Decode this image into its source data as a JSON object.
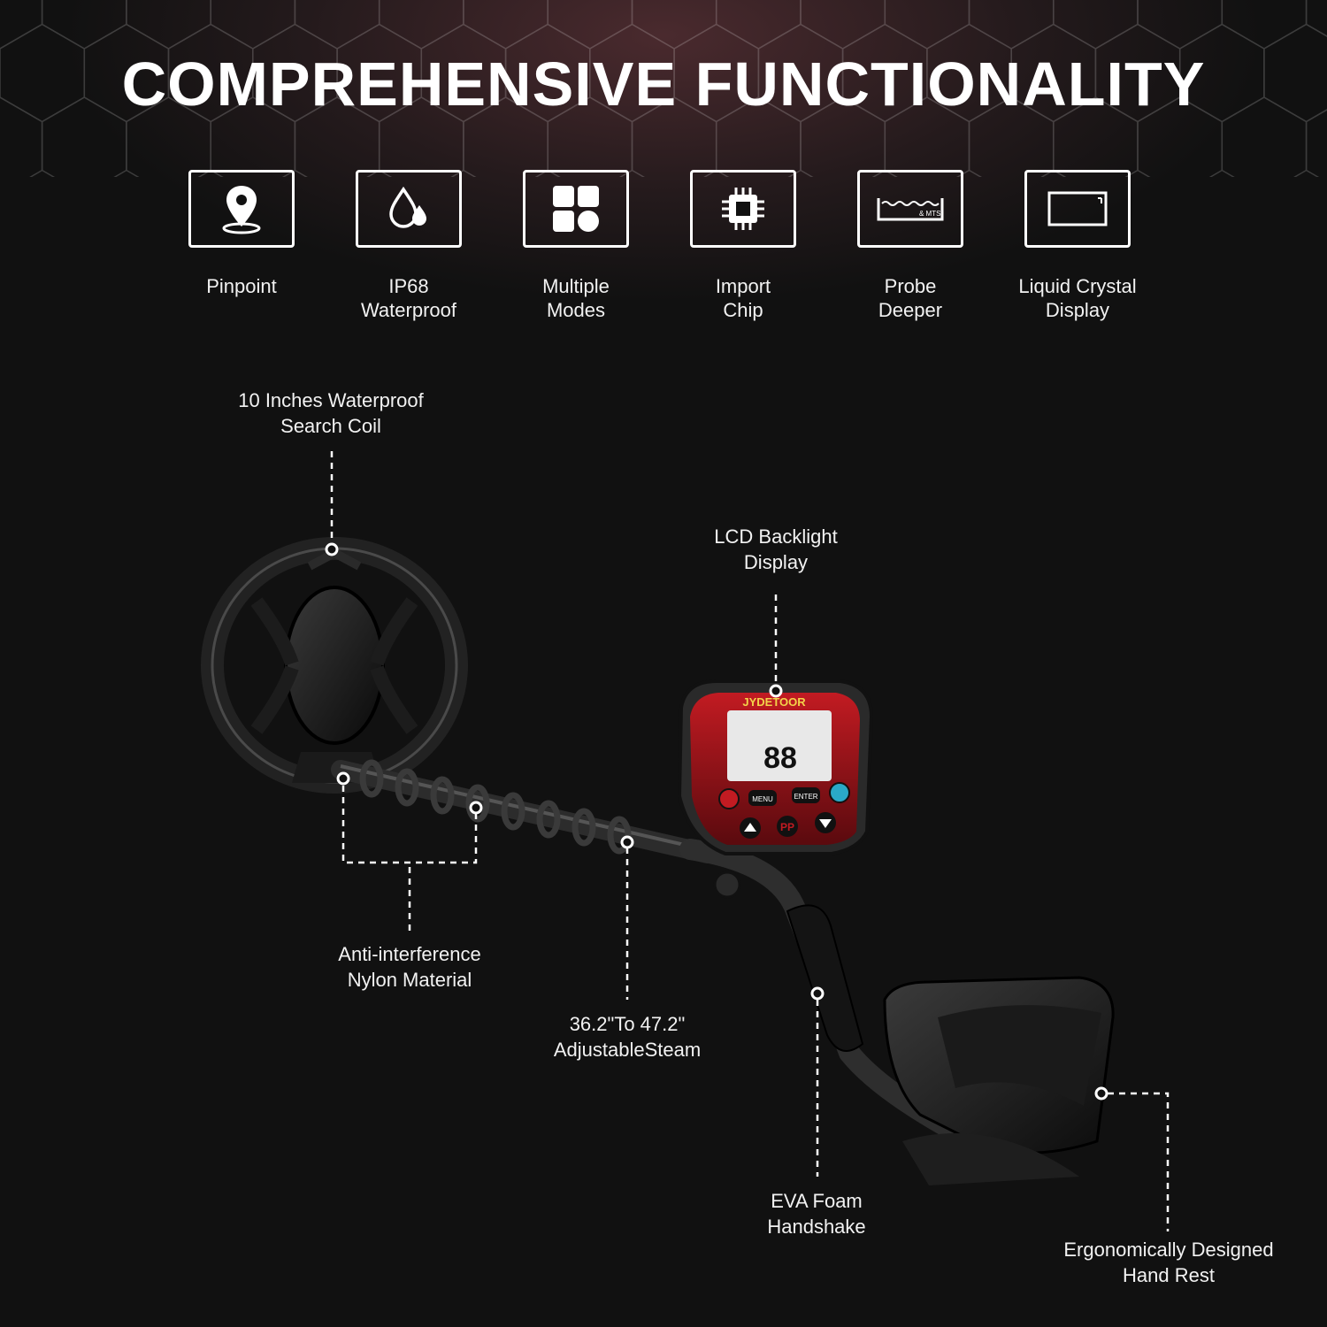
{
  "title": "COMPREHENSIVE FUNCTIONALITY",
  "features": [
    {
      "icon": "pinpoint-icon",
      "label": "Pinpoint"
    },
    {
      "icon": "waterproof-icon",
      "label": "IP68\nWaterproof"
    },
    {
      "icon": "modes-icon",
      "label": "Multiple\nModes"
    },
    {
      "icon": "chip-icon",
      "label": "Import\nChip"
    },
    {
      "icon": "depth-icon",
      "label": "Probe\nDeeper"
    },
    {
      "icon": "display-icon",
      "label": "Liquid Crystal\nDisplay"
    }
  ],
  "callouts": {
    "coil": "10 Inches Waterproof\nSearch Coil",
    "lcd": "LCD Backlight\nDisplay",
    "nylon": "Anti-interference\nNylon Material",
    "stem": "36.2\"To 47.2\"\nAdjustableSteam",
    "foam": "EVA Foam\nHandshake",
    "rest": "Ergonomically Designed\nHand Rest"
  },
  "device": {
    "brand": "JYDETOOR",
    "digits": "88",
    "menu_label": "MENU",
    "enter_label": "ENTER",
    "pp_label": "PP",
    "depth_icon_text": "& MTS"
  },
  "colors": {
    "accent": "#b0151c",
    "background": "#111111"
  }
}
